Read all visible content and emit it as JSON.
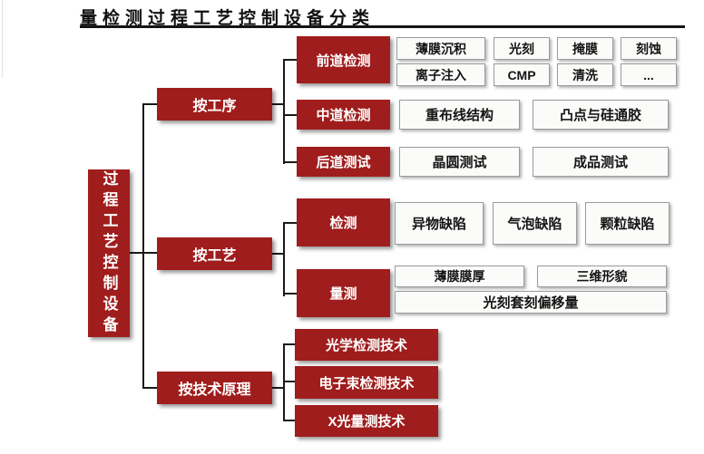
{
  "page": {
    "title": "量检测过程工艺控制设备分类",
    "colors": {
      "accent_red": "#A01D1D",
      "line_color": "#1A1A1A",
      "leaf_bg": "#FBFBF9",
      "leaf_border": "#9B9B9B"
    }
  },
  "diagram": {
    "root": {
      "label": "过程工艺控制设备"
    },
    "branches": [
      {
        "label": "按工序",
        "children": [
          {
            "label": "前道检测",
            "leaf_rows": [
              [
                "薄膜沉积",
                "光刻",
                "掩膜",
                "刻蚀"
              ],
              [
                "离子注入",
                "CMP",
                "清洗",
                "..."
              ]
            ]
          },
          {
            "label": "中道检测",
            "leaf_rows": [
              [
                "重布线结构",
                "凸点与硅通胶"
              ]
            ]
          },
          {
            "label": "后道测试",
            "leaf_rows": [
              [
                "晶圆测试",
                "成品测试"
              ]
            ]
          }
        ]
      },
      {
        "label": "按工艺",
        "children": [
          {
            "label": "检测",
            "leaf_rows": [
              [
                "异物缺陷",
                "气泡缺陷",
                "颗粒缺陷"
              ]
            ]
          },
          {
            "label": "量测",
            "leaf_rows": [
              [
                "薄膜膜厚",
                "三维形貌"
              ],
              [
                "光刻套刻偏移量"
              ]
            ]
          }
        ]
      },
      {
        "label": "按技术原理",
        "children": [
          {
            "label": "光学检测技术"
          },
          {
            "label": "电子束检测技术"
          },
          {
            "label": "X光量测技术"
          }
        ]
      }
    ]
  }
}
